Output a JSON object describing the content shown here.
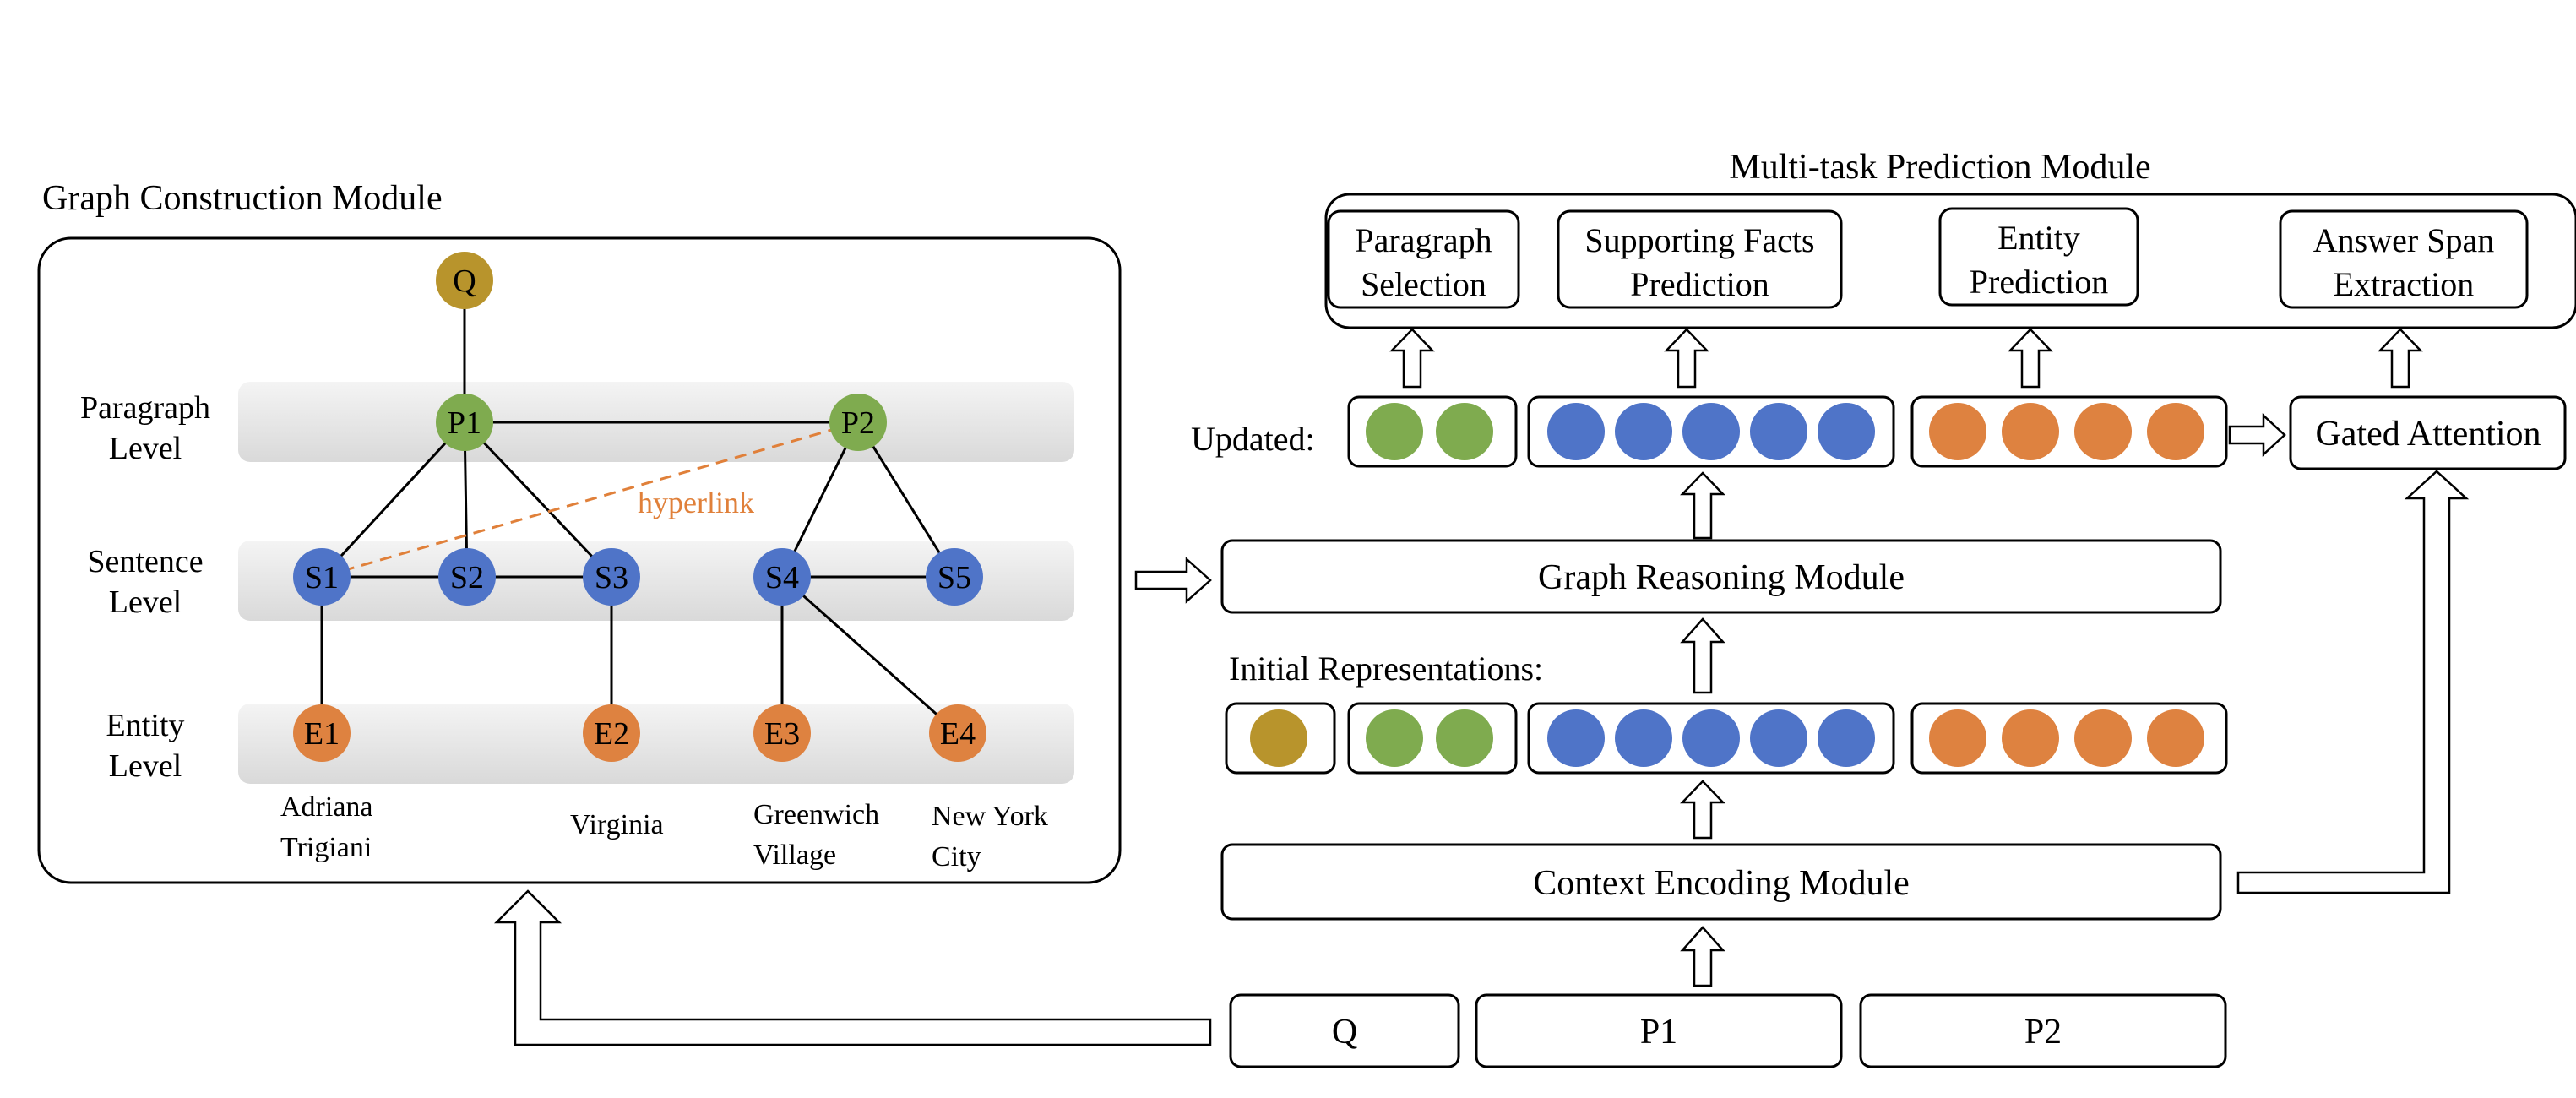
{
  "colors": {
    "question": "#B8942C",
    "paragraph": "#7FAB4F",
    "sentence": "#4F74C8",
    "entity": "#DE8240",
    "hyperlink": "#E0803A",
    "stroke": "#000000",
    "band_top": "#F4F4F4",
    "band_bottom": "#D9D9D9"
  },
  "graph_module": {
    "title": "Graph Construction Module",
    "levels": {
      "paragraph": "Paragraph\nLevel",
      "sentence": "Sentence\nLevel",
      "entity": "Entity\nLevel"
    },
    "nodes": {
      "Q": "Q",
      "P1": "P1",
      "P2": "P2",
      "S1": "S1",
      "S2": "S2",
      "S3": "S3",
      "S4": "S4",
      "S5": "S5",
      "E1": "E1",
      "E2": "E2",
      "E3": "E3",
      "E4": "E4"
    },
    "edges": [
      [
        "Q",
        "P1"
      ],
      [
        "P1",
        "P2"
      ],
      [
        "P1",
        "S1"
      ],
      [
        "P1",
        "S2"
      ],
      [
        "P1",
        "S3"
      ],
      [
        "P2",
        "S4"
      ],
      [
        "P2",
        "S5"
      ],
      [
        "S1",
        "S2"
      ],
      [
        "S2",
        "S3"
      ],
      [
        "S4",
        "S5"
      ],
      [
        "S1",
        "E1"
      ],
      [
        "S3",
        "E2"
      ],
      [
        "S4",
        "E3"
      ],
      [
        "S4",
        "E4"
      ]
    ],
    "hyperlink_edge": [
      "P2",
      "S1"
    ],
    "hyperlink_label": "hyperlink",
    "entity_names": {
      "E1": "Adriana\nTrigiani",
      "E2": "Virginia",
      "E3": "Greenwich\nVillage",
      "E4": "New York\nCity"
    }
  },
  "prediction_module": {
    "title": "Multi-task Prediction Module",
    "tasks": [
      "Paragraph\nSelection",
      "Supporting Facts\nPrediction",
      "Entity\nPrediction",
      "Answer Span\nExtraction"
    ]
  },
  "updated_label": "Updated:",
  "gated_attention": "Gated Attention",
  "graph_reasoning": "Graph Reasoning Module",
  "initial_label": "Initial Representations:",
  "context_encoding": "Context Encoding Module",
  "inputs": [
    "Q",
    "P1",
    "P2"
  ]
}
